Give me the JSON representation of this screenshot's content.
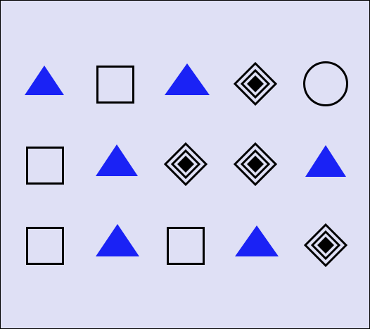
{
  "colors": {
    "background": "#dfe0f5",
    "triangle_fill": "#1a22f5",
    "stroke": "#000000",
    "diamond_inner_fill": "#000000",
    "border": "#000000"
  },
  "grid": {
    "rows": [
      [
        "triangle",
        "square",
        "triangle",
        "diamond",
        "circle"
      ],
      [
        "square",
        "triangle",
        "diamond",
        "diamond",
        "triangle"
      ],
      [
        "square",
        "triangle",
        "square",
        "triangle",
        "diamond"
      ]
    ]
  }
}
